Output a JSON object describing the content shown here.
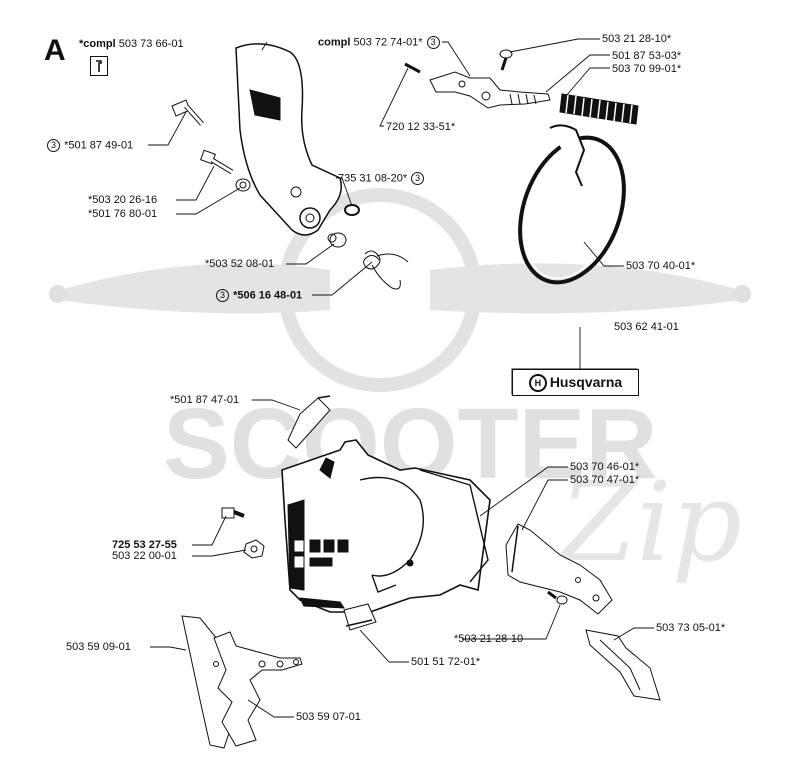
{
  "section": {
    "letter": "A"
  },
  "labels": {
    "compl_a_prefix": "*compl",
    "compl_a_num": "503 73 66-01",
    "compl_b_prefix": "compl",
    "compl_b_num": "503 72 74-01*",
    "circled_ref": "3",
    "p_503_21_28_10_top": "503 21 28-10*",
    "p_501_87_53_03": "501 87 53-03*",
    "p_503_70_99_01": "503 70 99-01*",
    "p_720_12_33_51": "720 12 33-51*",
    "p_501_87_49_01": "*501 87 49-01",
    "p_735_31_08_20": "735 31 08-20*",
    "p_503_20_26_16": "*503 20 26-16",
    "p_501_76_80_01": "*501 76 80-01",
    "p_503_52_08_01": "*503 52 08-01",
    "p_506_16_48_01": "*506 16 48-01",
    "p_503_70_40_01": "503 70 40-01*",
    "p_503_62_41_01": "503 62 41-01",
    "brand": "Husqvarna",
    "p_501_87_47_01": "*501 87 47-01",
    "p_503_70_46_01": "503 70 46-01*",
    "p_503_70_47_01": "503 70 47-01*",
    "p_725_53_27_55": "725 53 27-55",
    "p_503_22_00_01": "503 22 00-01",
    "p_503_21_28_10_bottom": "*503 21 28-10",
    "p_503_73_05_01": "503 73 05-01*",
    "p_503_59_09_01": "503 59 09-01",
    "p_501_51_72_01": "501 51 72-01*",
    "p_503_59_07_01": "503 59 07-01"
  },
  "watermark": {
    "line1": "SCOOTER",
    "line2": "Zip"
  },
  "colors": {
    "ink": "#111111",
    "watermark": "#dcdcdc"
  }
}
